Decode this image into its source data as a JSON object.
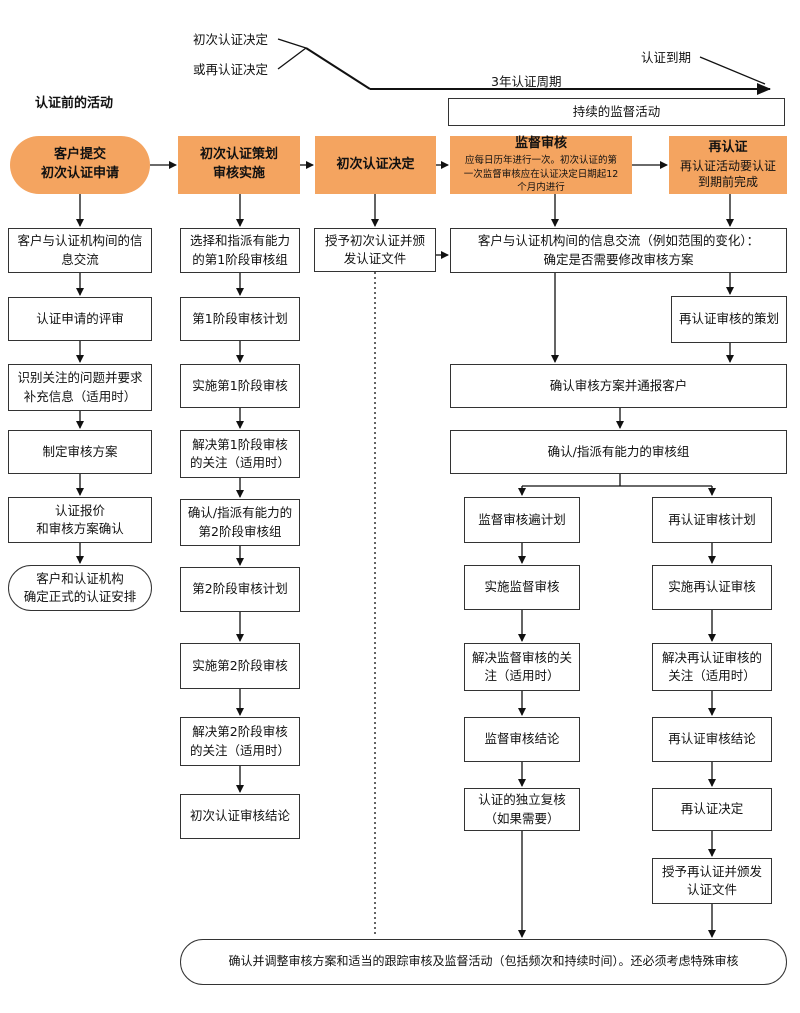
{
  "timeline": {
    "initial_decision": "初次认证决定",
    "recert_decision": "或再认证决定",
    "expiry": "认证到期",
    "cycle": "3年认证周期"
  },
  "pre_activities_title": "认证前的活动",
  "ongoing_surveillance": "持续的监督活动",
  "col1": {
    "header": "客户提交\n初次认证申请",
    "steps": [
      "客户与认证机构间的信\n息交流",
      "认证申请的评审",
      "识别关注的问题并要求\n补充信息（适用时）",
      "制定审核方案",
      "认证报价\n和审核方案确认",
      "客户和认证机构\n确定正式的认证安排"
    ]
  },
  "col2": {
    "header": "初次认证策划\n审核实施",
    "steps": [
      "选择和指派有能力\n的第1阶段审核组",
      "第1阶段审核计划",
      "实施第1阶段审核",
      "解决第1阶段审核\n的关注（适用时）",
      "确认/指派有能力的\n第2阶段审核组",
      "第2阶段审核计划",
      "实施第2阶段审核",
      "解决第2阶段审核\n的关注（适用时）",
      "初次认证审核结论"
    ]
  },
  "col3": {
    "header": "初次认证决定",
    "step": "授予初次认证并颁\n发认证文件"
  },
  "surveillance_header": {
    "title": "监督审核",
    "desc": "应每日历年进行一次。初次认证的第\n一次监督审核应在认证决定日期起12\n个月内进行"
  },
  "recert_header": {
    "title": "再认证",
    "desc": "再认证活动要认证\n到期前完成"
  },
  "shared": {
    "info_exchange": "客户与认证机构间的信息交流（例如范围的变化）：\n确定是否需要修改审核方案",
    "recert_planning": "再认证审核的策划",
    "confirm_program": "确认审核方案并通报客户",
    "confirm_team": "确认/指派有能力的审核组"
  },
  "surv_steps": [
    "监督审核遍计划",
    "实施监督审核",
    "解决监督审核的关\n注（适用时）",
    "监督审核结论",
    "认证的独立复核\n（如果需要）"
  ],
  "recert_steps": [
    "再认证审核计划",
    "实施再认证审核",
    "解决再认证审核的\n关注（适用时）",
    "再认证审核结论",
    "再认证决定",
    "授予再认证并颁发\n认证文件"
  ],
  "footer": "确认并调整审核方案和适当的跟踪审核及监督活动（包括频次和持续时间）。还必须考虑特殊审核"
}
